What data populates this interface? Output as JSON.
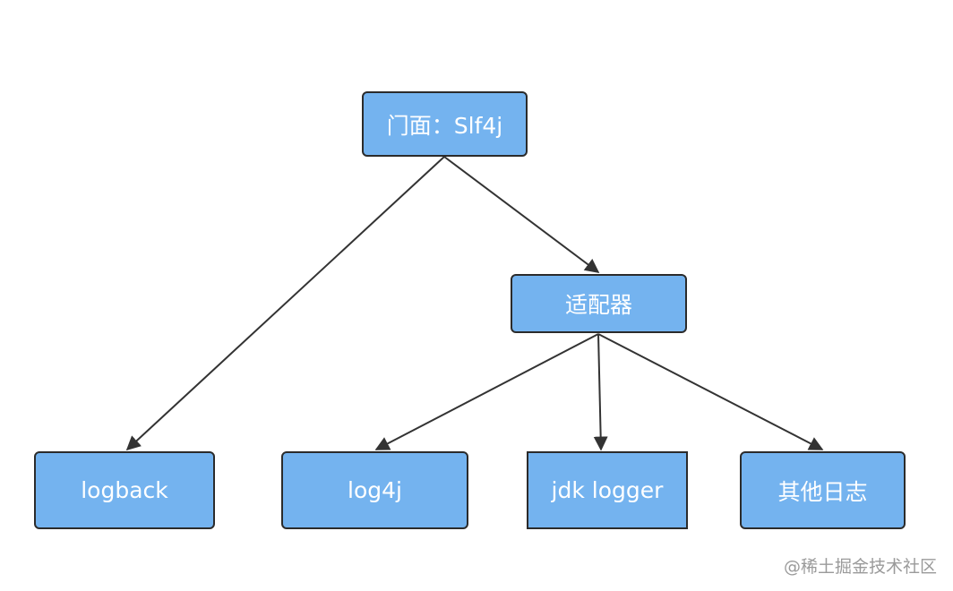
{
  "diagram": {
    "nodes": {
      "root": "门面：Slf4j",
      "adapter": "适配器",
      "logback": "logback",
      "log4j": "log4j",
      "jdk_logger": "jdk logger",
      "other": "其他日志"
    },
    "edges": [
      {
        "from": "root",
        "to": "logback"
      },
      {
        "from": "root",
        "to": "adapter"
      },
      {
        "from": "adapter",
        "to": "log4j"
      },
      {
        "from": "adapter",
        "to": "jdk_logger"
      },
      {
        "from": "adapter",
        "to": "other"
      }
    ],
    "colors": {
      "node_fill": "#74b3ef",
      "node_border": "#2b2b2b",
      "edge": "#333333"
    }
  },
  "watermark": "@稀土掘金技术社区"
}
